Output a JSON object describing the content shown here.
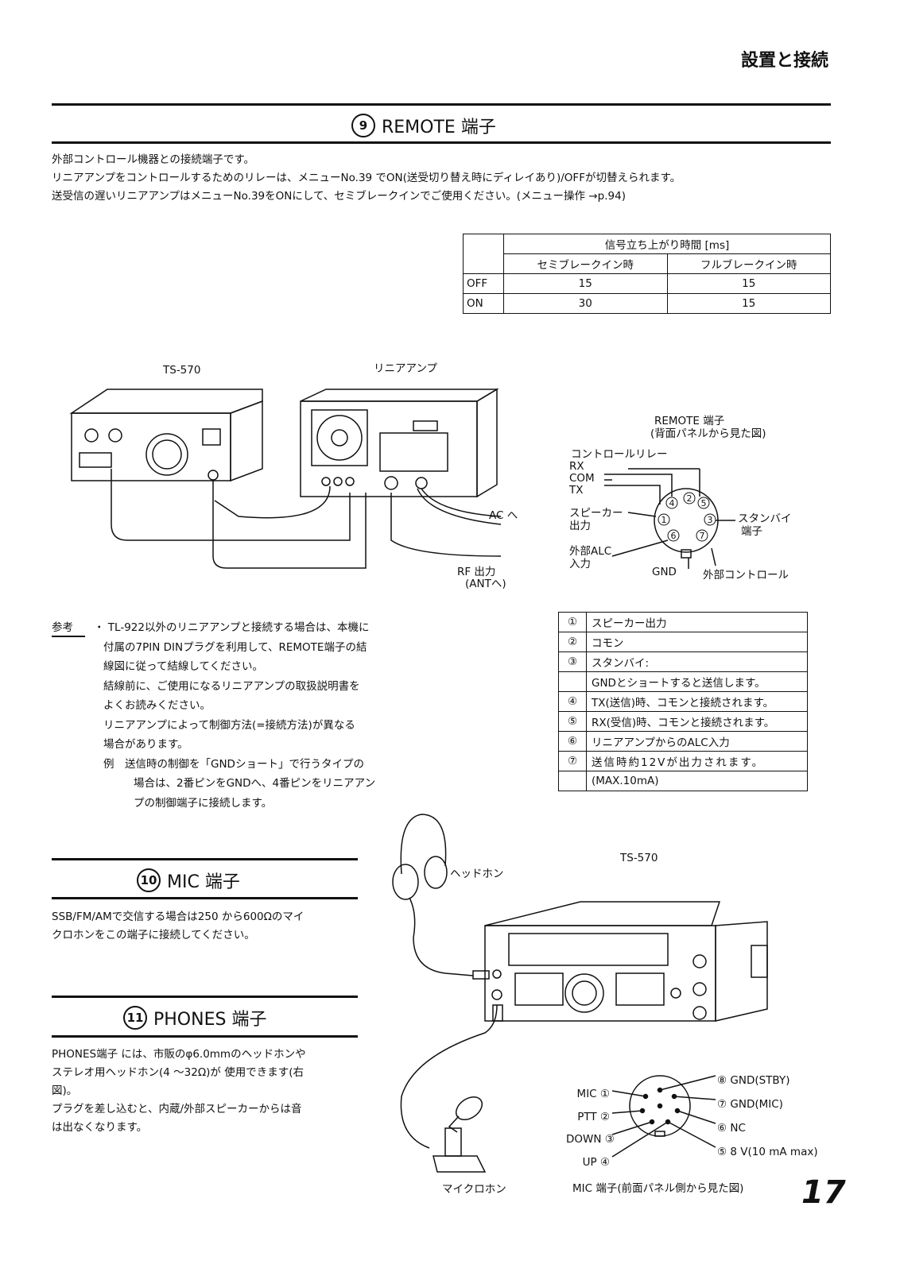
{
  "header": {
    "title": "設置と接続"
  },
  "remote": {
    "num": "⑨",
    "title": "REMOTE 端子",
    "lines": [
      "外部コントロール機器との接続端子です。",
      "リニアアンプをコントロールするためのリレーは、メニューNo.39 でON(送受切り替え時にディレイあり)/OFFが切替えられます。",
      "送受信の遅いリニアアンプはメニューNo.39をONにして、セミブレークインでご使用ください。(メニュー操作 →p.94)"
    ]
  },
  "signal_table": {
    "caption": "信号立ち上がり時間 [ms]",
    "cols": [
      "セミブレークイン時",
      "フルブレークイン時"
    ],
    "rows": [
      {
        "label": "OFF",
        "semi": "15",
        "full": "15"
      },
      {
        "label": "ON",
        "semi": "30",
        "full": "15"
      }
    ]
  },
  "diagram1": {
    "ts570": "TS-570",
    "linear": "リニアアンプ",
    "ac": "AC へ",
    "rf1": "RF 出力",
    "rf2": "(ANTへ)",
    "remote_title": "REMOTE  端子",
    "remote_sub": "(背面パネルから見た図)",
    "relay": "コントロールリレー",
    "rx": "RX",
    "com": "COM",
    "tx": "TX",
    "spk1": "スピーカー",
    "spk2": "出力",
    "alc1": "外部ALC",
    "alc2": "入力",
    "stby1": "スタンバイ",
    "stby2": "端子",
    "gnd": "GND",
    "ext": "外部コントロール"
  },
  "note": {
    "tag": "参考",
    "lines": [
      "・ TL-922以外のリニアアンプと接続する場合は、本機に",
      "付属の7PIN DINプラグを利用して、REMOTE端子の結",
      "線図に従って結線してください。",
      "結線前に、ご使用になるリニアアンプの取扱説明書を",
      "よくお読みください。",
      "リニアアンプによって制御方法(=接続方法)が異なる",
      "場合があります。",
      "例　送信時の制御を「GNDショート」で行うタイプの",
      "場合は、2番ピンをGNDへ、4番ピンをリニアアン",
      "プの制御端子に接続します。"
    ]
  },
  "pin_table": [
    {
      "n": "①",
      "lines": [
        "スピーカー出力"
      ]
    },
    {
      "n": "②",
      "lines": [
        "コモン"
      ]
    },
    {
      "n": "③",
      "lines": [
        "スタンバイ:",
        "GNDとショートすると送信します。"
      ]
    },
    {
      "n": "④",
      "lines": [
        "TX(送信)時、コモンと接続されます。"
      ]
    },
    {
      "n": "⑤",
      "lines": [
        "RX(受信)時、コモンと接続されます。"
      ]
    },
    {
      "n": "⑥",
      "lines": [
        "リニアアンプからのALC入力"
      ]
    },
    {
      "n": "⑦",
      "lines": [
        "送信時約12Vが出力されます。",
        "(MAX.10mA)"
      ]
    }
  ],
  "mic": {
    "num": "⑩",
    "title": "MIC 端子",
    "lines": [
      "SSB/FM/AMで交信する場合は250 から600Ωのマイ",
      "クロホンをこの端子に接続してください。"
    ]
  },
  "phones": {
    "num": "⑪",
    "title": "PHONES 端子",
    "lines": [
      "PHONES端子 には、市販のφ6.0mmのヘッドホンや",
      "ステレオ用ヘッドホン(4 〜32Ω)が 使用できます(右",
      "図)。",
      "プラグを差し込むと、内蔵/外部スピーカーからは音",
      "は出なくなります。"
    ]
  },
  "diagram2": {
    "headphone": "ヘッドホン",
    "ts570": "TS-570",
    "microphone": "マイクロホン",
    "caption": "MIC 端子(前面パネル側から見た図)",
    "pins_left": [
      "MIC ①",
      "PTT ②",
      "DOWN ③",
      "UP ④"
    ],
    "pins_right": [
      "⑧ GND(STBY)",
      "⑦ GND(MIC)",
      "⑥ NC",
      "⑤ 8 V(10 mA max)"
    ]
  },
  "page_number": "17"
}
